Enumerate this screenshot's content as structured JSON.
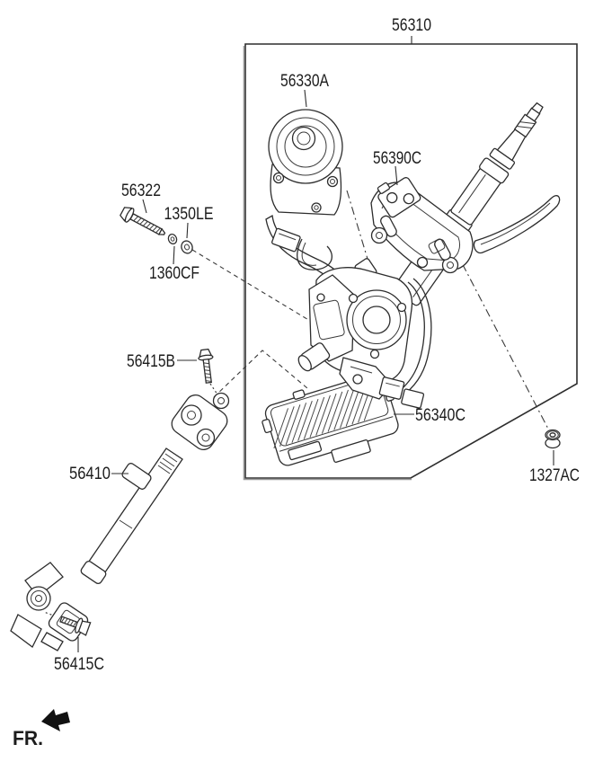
{
  "diagram": {
    "type": "steering-column-parts-diagram",
    "assembly_label": "56310",
    "direction_indicator": "FR.",
    "labels": {
      "p56310": "56310",
      "p56330A": "56330A",
      "p56390C": "56390C",
      "p56322": "56322",
      "p1350LE": "1350LE",
      "p1360CF": "1360CF",
      "p56415B": "56415B",
      "p56340C": "56340C",
      "p1327AC": "1327AC",
      "p56410": "56410",
      "p56415C": "56415C"
    },
    "colors": {
      "background": "#ffffff",
      "line": "#2d2d2d",
      "text": "#1c1c1c"
    }
  }
}
